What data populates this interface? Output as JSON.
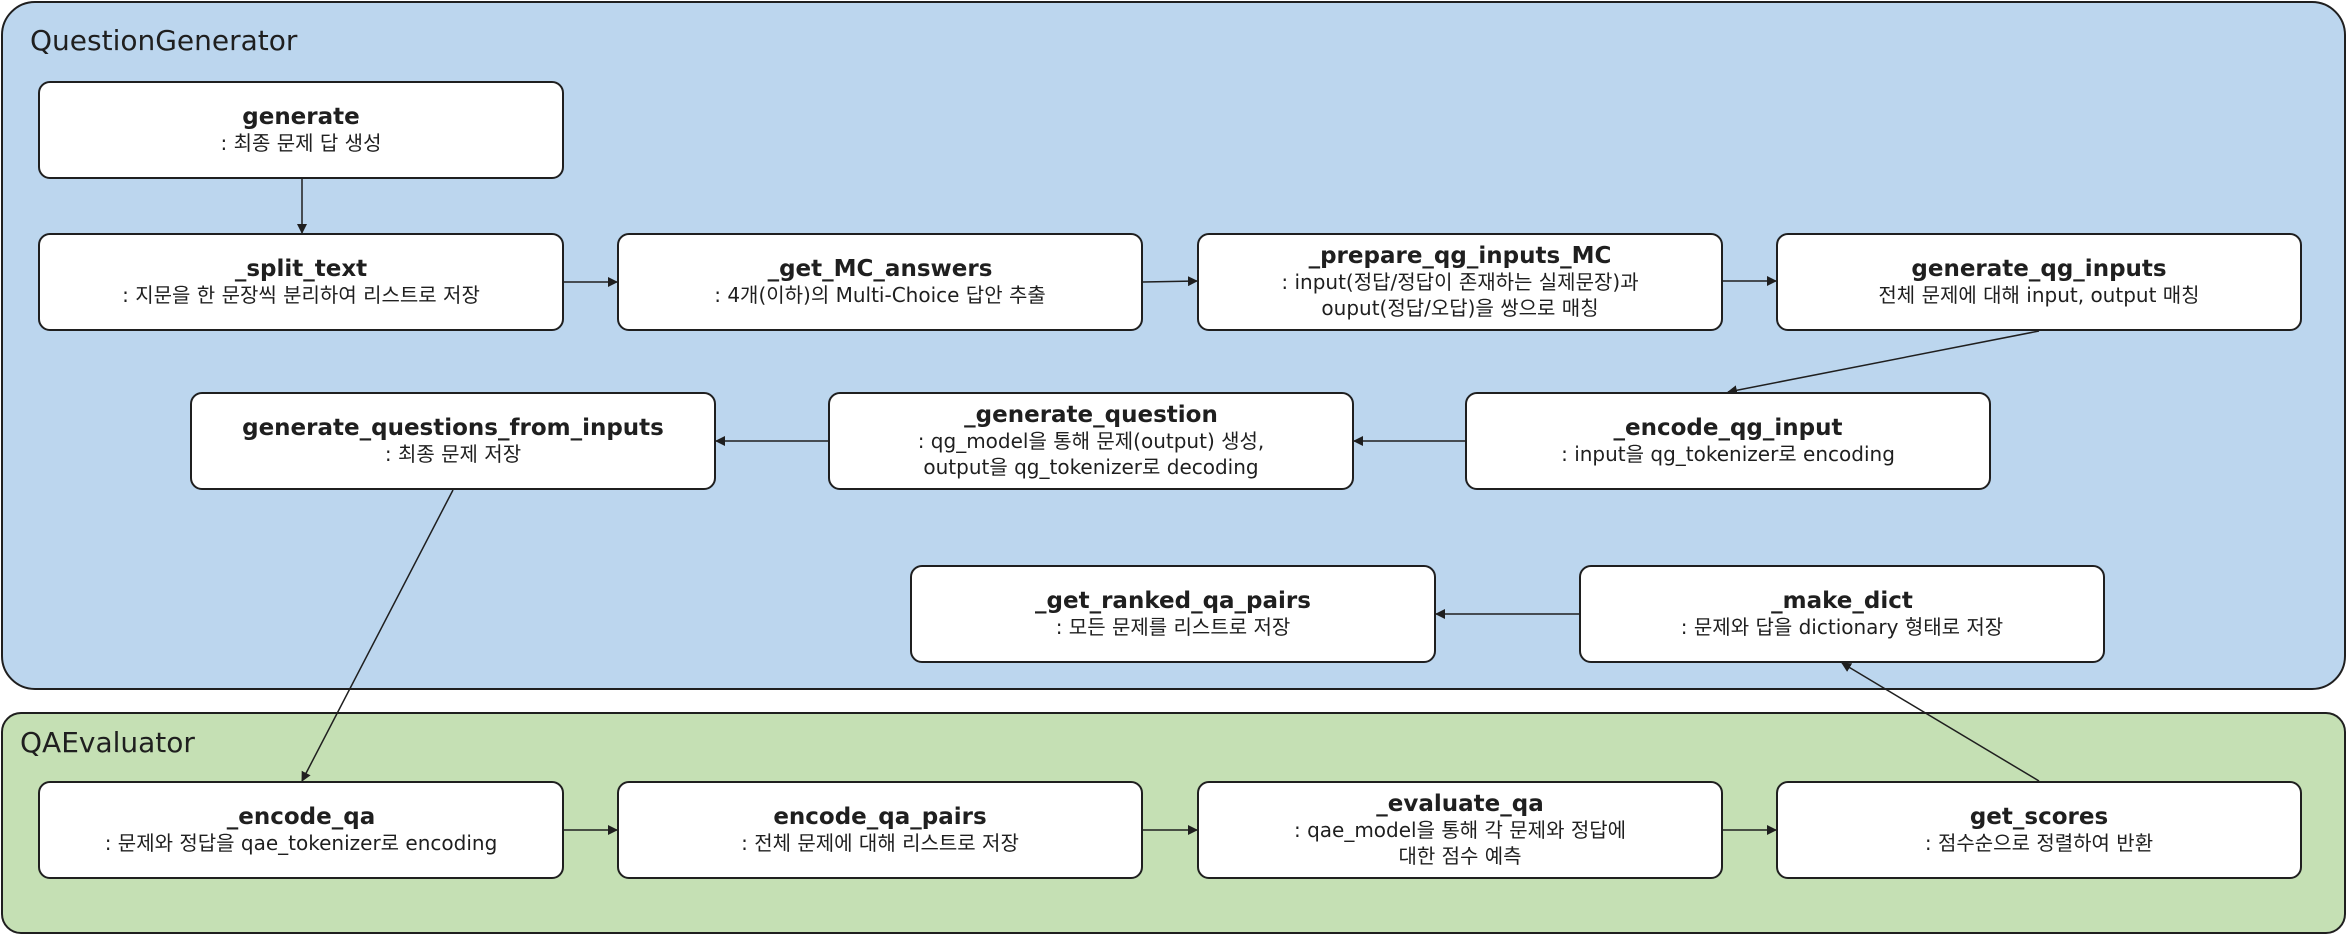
{
  "groups": {
    "question_generator": {
      "title": "QuestionGenerator",
      "fill": "#bcd6ee"
    },
    "qa_evaluator": {
      "title": "QAEvaluator",
      "fill": "#c5e0b4"
    }
  },
  "nodes": {
    "generate": {
      "name": "generate",
      "desc": [
        ": 최종 문제 답 생성"
      ]
    },
    "split_text": {
      "name": "_split_text",
      "desc": [
        ": 지문을 한 문장씩 분리하여 리스트로 저장"
      ]
    },
    "get_mc_answers": {
      "name": "_get_MC_answers",
      "desc": [
        ": 4개(이하)의 Multi-Choice 답안 추출"
      ]
    },
    "prepare_qg_inputs_mc": {
      "name": "_prepare_qg_inputs_MC",
      "desc": [
        ": input(정답/정답이 존재하는 실제문장)과",
        "ouput(정답/오답)을 쌍으로 매칭"
      ]
    },
    "generate_qg_inputs": {
      "name": "generate_qg_inputs",
      "desc": [
        "전체 문제에 대해 input, output 매칭"
      ]
    },
    "generate_questions_from_inputs": {
      "name": "generate_questions_from_inputs",
      "desc": [
        ": 최종 문제 저장"
      ]
    },
    "generate_question": {
      "name": "_generate_question",
      "desc": [
        ": qg_model을 통해 문제(output) 생성,",
        "output을 qg_tokenizer로 decoding"
      ]
    },
    "encode_qg_input": {
      "name": "_encode_qg_input",
      "desc": [
        ": input을 qg_tokenizer로 encoding"
      ]
    },
    "get_ranked_qa_pairs": {
      "name": "_get_ranked_qa_pairs",
      "desc": [
        ": 모든 문제를 리스트로 저장"
      ]
    },
    "make_dict": {
      "name": "_make_dict",
      "desc": [
        ": 문제와 답을 dictionary 형태로 저장"
      ]
    },
    "encode_qa": {
      "name": "_encode_qa",
      "desc": [
        ": 문제와 정답을 qae_tokenizer로 encoding"
      ]
    },
    "encode_qa_pairs": {
      "name": "encode_qa_pairs",
      "desc": [
        ": 전체 문제에 대해 리스트로 저장"
      ]
    },
    "evaluate_qa": {
      "name": "_evaluate_qa",
      "desc": [
        ": qae_model을 통해 각 문제와 정답에",
        "대한 점수 예측"
      ]
    },
    "get_scores": {
      "name": "get_scores",
      "desc": [
        ": 점수순으로 정렬하여 반환"
      ]
    }
  },
  "edges": [
    {
      "from": "generate",
      "to": "split_text"
    },
    {
      "from": "split_text",
      "to": "get_mc_answers"
    },
    {
      "from": "get_mc_answers",
      "to": "prepare_qg_inputs_mc"
    },
    {
      "from": "prepare_qg_inputs_mc",
      "to": "generate_qg_inputs"
    },
    {
      "from": "generate_qg_inputs",
      "to": "encode_qg_input"
    },
    {
      "from": "encode_qg_input",
      "to": "generate_question"
    },
    {
      "from": "generate_question",
      "to": "generate_questions_from_inputs"
    },
    {
      "from": "generate_questions_from_inputs",
      "to": "encode_qa"
    },
    {
      "from": "encode_qa",
      "to": "encode_qa_pairs"
    },
    {
      "from": "encode_qa_pairs",
      "to": "evaluate_qa"
    },
    {
      "from": "evaluate_qa",
      "to": "get_scores"
    },
    {
      "from": "get_scores",
      "to": "make_dict"
    },
    {
      "from": "make_dict",
      "to": "get_ranked_qa_pairs"
    }
  ]
}
